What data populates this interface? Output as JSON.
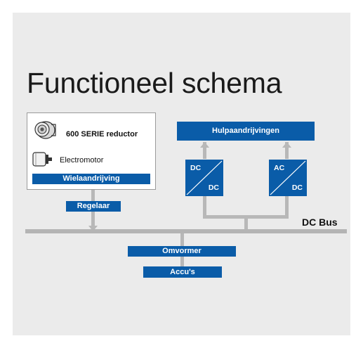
{
  "title": "Functioneel schema",
  "wheel_module": {
    "gearbox_label": "600 SERIE reductor",
    "motor_label": "Electromotor",
    "drive_label": "Wielaandrijving"
  },
  "controller_label": "Regelaar",
  "aux_drives_label": "Hulpaandrijvingen",
  "converter_dcdc": {
    "in": "DC",
    "out": "DC"
  },
  "converter_acdc": {
    "in": "AC",
    "out": "DC"
  },
  "bus_label": "DC Bus",
  "inverter_label": "Omvormer",
  "battery_label": "Accu's",
  "colors": {
    "block_blue": "#0a5ca8",
    "connector_gray": "#b8b8b8",
    "panel_bg": "#ebebeb"
  }
}
